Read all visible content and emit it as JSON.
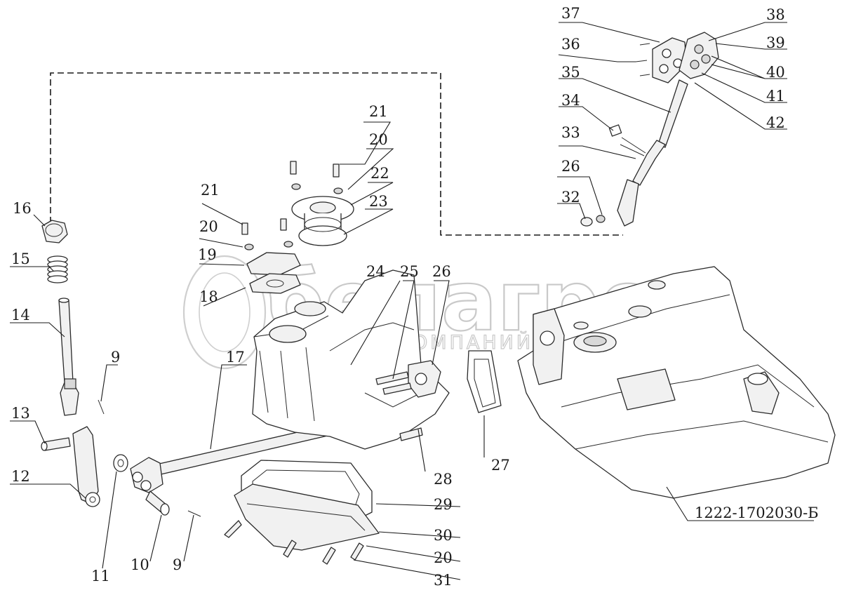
{
  "drawing_code": "1222-1702030-Б",
  "watermark": {
    "brand": "белагро",
    "subtitle": "ГРУППА КОМПАНИЙ"
  },
  "corner_mark": "",
  "callouts": [
    {
      "id": "c9a",
      "label": "9"
    },
    {
      "id": "c9b",
      "label": "9"
    },
    {
      "id": "c10",
      "label": "10"
    },
    {
      "id": "c11",
      "label": "11"
    },
    {
      "id": "c12",
      "label": "12"
    },
    {
      "id": "c13",
      "label": "13"
    },
    {
      "id": "c14",
      "label": "14"
    },
    {
      "id": "c15",
      "label": "15"
    },
    {
      "id": "c16",
      "label": "16"
    },
    {
      "id": "c17",
      "label": "17"
    },
    {
      "id": "c18",
      "label": "18"
    },
    {
      "id": "c19",
      "label": "19"
    },
    {
      "id": "c20a",
      "label": "20"
    },
    {
      "id": "c20b",
      "label": "20"
    },
    {
      "id": "c20c",
      "label": "20"
    },
    {
      "id": "c21a",
      "label": "21"
    },
    {
      "id": "c21b",
      "label": "21"
    },
    {
      "id": "c22",
      "label": "22"
    },
    {
      "id": "c23",
      "label": "23"
    },
    {
      "id": "c24",
      "label": "24"
    },
    {
      "id": "c25",
      "label": "25"
    },
    {
      "id": "c26a",
      "label": "26"
    },
    {
      "id": "c26b",
      "label": "26"
    },
    {
      "id": "c27",
      "label": "27"
    },
    {
      "id": "c28",
      "label": "28"
    },
    {
      "id": "c29",
      "label": "29"
    },
    {
      "id": "c30",
      "label": "30"
    },
    {
      "id": "c31",
      "label": "31"
    },
    {
      "id": "c32",
      "label": "32"
    },
    {
      "id": "c33",
      "label": "33"
    },
    {
      "id": "c34",
      "label": "34"
    },
    {
      "id": "c35",
      "label": "35"
    },
    {
      "id": "c36",
      "label": "36"
    },
    {
      "id": "c37",
      "label": "37"
    },
    {
      "id": "c38",
      "label": "38"
    },
    {
      "id": "c39",
      "label": "39"
    },
    {
      "id": "c40",
      "label": "40"
    },
    {
      "id": "c41",
      "label": "41"
    },
    {
      "id": "c42",
      "label": "42"
    }
  ]
}
